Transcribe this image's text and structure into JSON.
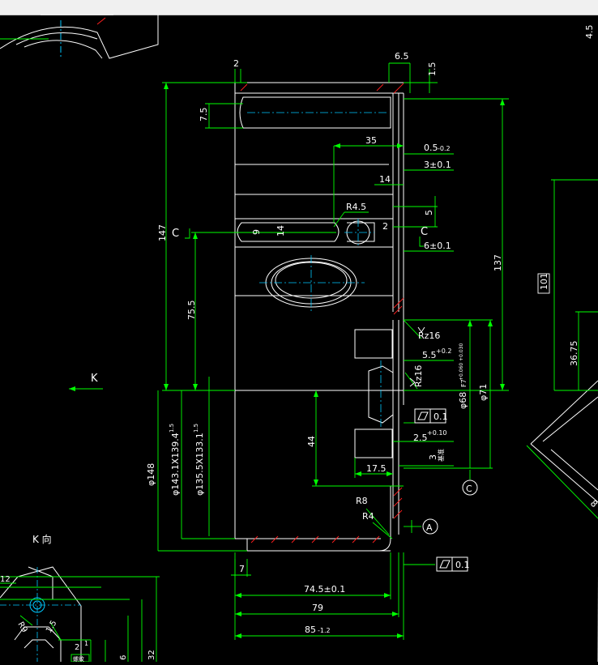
{
  "colors": {
    "background": "#000000",
    "outline": "#ffffff",
    "dimension": "#00ff00",
    "hatch": "#ff2020",
    "centerline": "#00c8ff",
    "text": "#ffffff",
    "topbar": "#f0f0f0"
  },
  "labels": {
    "k_arrow": "K",
    "k_view": "K 向",
    "section_c_left": "C",
    "section_c_right": "C",
    "datum_a": "A",
    "datum_c": "C"
  },
  "dimensions": {
    "d_2_top": "2",
    "d_6_5": "6.5",
    "d_1_5_top": "1.5",
    "d_7_5": "7.5",
    "d_35": "35",
    "d_0_5": "0.5",
    "d_0_5_tol": "-0.2",
    "d_3_tol": "3±0.1",
    "d_14_top": "14",
    "d_r4_5": "R4.5",
    "d_5": "5",
    "d_2_small": "2",
    "d_147": "147",
    "d_9": "9",
    "d_14_v": "14",
    "d_6_tol": "6±0.1",
    "d_137": "137",
    "d_75_5": "75.5",
    "d_rz16_a": "Rz16",
    "d_5_5": "5.5",
    "d_5_5_tol": "+0.2",
    "d_rz16_b": "Rz16",
    "d_phi68": "φ68",
    "d_phi68_fit": "F7",
    "d_phi68_tol": "+0.060 +0.030",
    "d_phi71": "φ71",
    "flat_0_1_a": "0.1",
    "d_phi148": "φ148",
    "d_phi143": "φ143.1X139.4",
    "d_phi143_tol": "1.5",
    "d_phi135": "φ135.5X133.1",
    "d_phi135_tol": "1.5",
    "d_44": "44",
    "d_2_5": "2.5",
    "d_2_5_tol": "+0.10",
    "d_3": "3",
    "d_note": "基准",
    "d_17_5": "17.5",
    "d_r8": "R8",
    "d_r4": "R4",
    "flat_0_1_b": "0.1",
    "d_7": "7",
    "d_74_5": "74.5±0.1",
    "d_79": "79",
    "d_85": "85",
    "d_85_tol": "-1.2",
    "d_101": "101",
    "d_36_75": "36.75",
    "d_4_5": "4.5",
    "d_8": "8",
    "d_12": "12",
    "d_r9": "R9",
    "d_1_5_bl": "1.5",
    "d_2_bl": "2",
    "d_1_bl": "1",
    "d_6_bl": "6",
    "d_32_bl": "32",
    "d_bl_note": "螺纹"
  }
}
